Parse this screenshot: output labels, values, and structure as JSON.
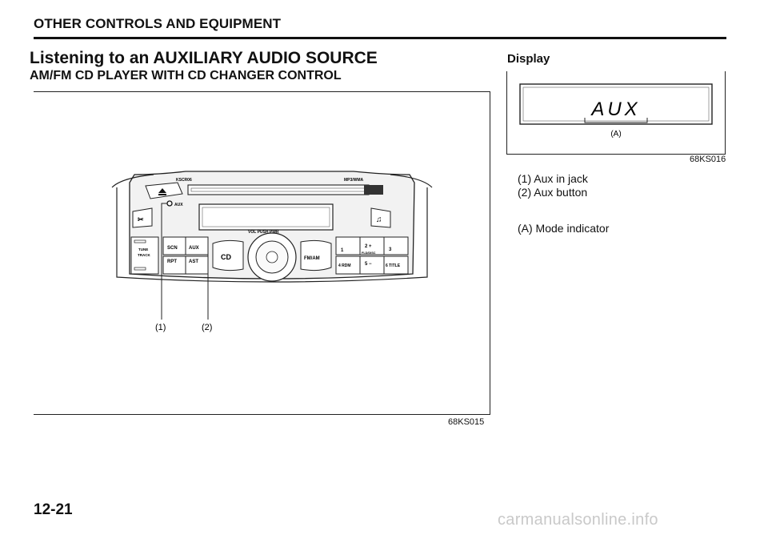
{
  "header": {
    "section": "OTHER CONTROLS AND EQUIPMENT",
    "title": "Listening to an AUXILIARY AUDIO SOURCE",
    "subtitle": "AM/FM CD PLAYER WITH CD CHANGER CONTROL"
  },
  "figure_main": {
    "code": "68KS015",
    "callouts": [
      "(1)",
      "(2)"
    ],
    "radio_labels": {
      "brand": "KSCR06",
      "format": "MP3/WMA",
      "vol": "VOL PUSH PWR",
      "aux_input": "AUX",
      "tune": "TUNE",
      "track": "TRACK",
      "scn": "SCN",
      "aux": "AUX",
      "rpt": "RPT",
      "ast": "AST",
      "cd": "CD",
      "fmam": "FM/AM",
      "p1": "1",
      "p2": "2 +",
      "p3": "3",
      "fld": "FLD/DISC",
      "p4": "4 RDM",
      "p5": "5 −",
      "p6": "6 TITLE"
    }
  },
  "display_section": {
    "title": "Display",
    "lcd_text": "AUX",
    "indicator_label": "(A)",
    "code": "68KS016"
  },
  "legend": {
    "item1": "(1) Aux in jack",
    "item2": "(2) Aux button",
    "itemA": "(A) Mode indicator"
  },
  "page_number": "12-21",
  "footer": "carmanualsonline.info"
}
